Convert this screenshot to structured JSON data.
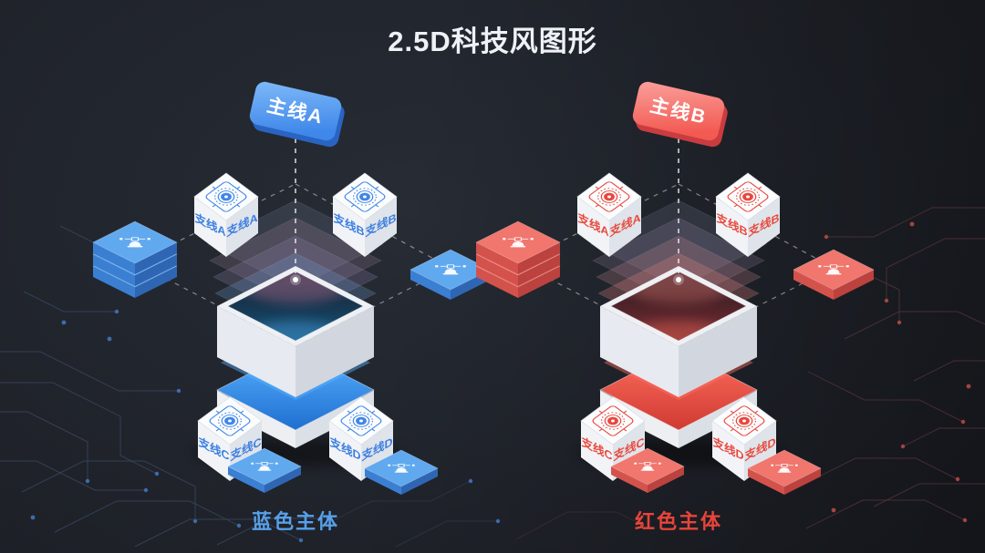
{
  "title": "2.5D科技风图形",
  "background": {
    "base_center": "#272c35",
    "base_edge": "#121318",
    "circuit_left": "#3a4760",
    "circuit_right": "#55323a",
    "dot_left": "#3f74b8",
    "dot_right": "#b04a42",
    "connector_line": "#a8adb5",
    "dashed_guide": "rgba(255,255,255,0.45)"
  },
  "icons": {
    "cube_top": "radar-target-icon",
    "chip_top": "module-chip-icon",
    "badge_link": "dashed-connector-dot"
  },
  "diagrams": [
    {
      "name": "blue-main",
      "badge_label": "主线A",
      "footer_label": "蓝色主体",
      "branch_labels": [
        "支线A",
        "支线B",
        "支线C",
        "支线D"
      ],
      "theme": {
        "badge_top": "#7fb9f8",
        "badge_front": "#3f88ea",
        "badge_side": "#2a64c2",
        "branch_text": "#3d7fe0",
        "icon": "#3f86e8",
        "footer_text": "#57a0ea",
        "chip_top": "#61a9ef",
        "chip_left": "#3b7fd2",
        "chip_right": "#2e66b4",
        "glow_bright": "#59b2ff",
        "glow_deep": "#1f6fd0",
        "panel_top": "#474158",
        "panel_mid": "#17344e",
        "panel_bot": "#135273",
        "panel_haze": "#b06a8a",
        "code_line": "#8fc4e8",
        "layers": [
          "rgba(151,168,198,0.15)",
          "rgba(182,142,168,0.20)",
          "rgba(148,132,178,0.24)",
          "rgba(104,152,202,0.28)"
        ]
      }
    },
    {
      "name": "red-main",
      "badge_label": "主线B",
      "footer_label": "红色主体",
      "branch_labels": [
        "支线A",
        "支线B",
        "支线C",
        "支线D"
      ],
      "theme": {
        "badge_top": "#fba09c",
        "badge_front": "#f25a52",
        "badge_side": "#c93c3f",
        "branch_text": "#e84b3f",
        "icon": "#e8473c",
        "footer_text": "#e8443a",
        "chip_top": "#f0766e",
        "chip_left": "#d4524c",
        "chip_right": "#bb423e",
        "glow_bright": "#ff6f5f",
        "glow_deep": "#d03a32",
        "panel_top": "#5c3a46",
        "panel_mid": "#4a2228",
        "panel_bot": "#7a2e33",
        "panel_haze": "#c96a5f",
        "code_line": "#eaa9a6",
        "layers": [
          "rgba(151,168,198,0.15)",
          "rgba(170,150,185,0.19)",
          "rgba(198,130,140,0.25)",
          "rgba(216,122,118,0.30)"
        ]
      }
    }
  ]
}
